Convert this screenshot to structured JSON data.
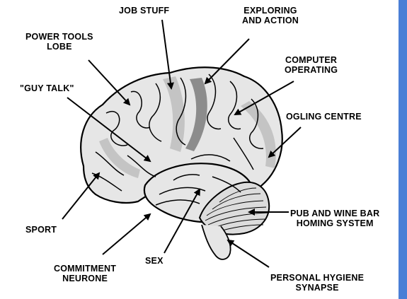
{
  "colors": {
    "outline": "#000000",
    "brain_fill": "#e6e6e6",
    "highlight_light": "#c4c4c4",
    "highlight_dark": "#8c8c8c",
    "side_bar": "#4a7fd6"
  },
  "labels": {
    "job_stuff": {
      "lines": [
        "JOB STUFF"
      ]
    },
    "exploring": {
      "lines": [
        "EXPLORING",
        "AND ACTION"
      ]
    },
    "power_tools": {
      "lines": [
        "POWER TOOLS",
        "LOBE"
      ]
    },
    "computer": {
      "lines": [
        "COMPUTER",
        "OPERATING"
      ]
    },
    "guy_talk": {
      "lines": [
        "\"GUY TALK\""
      ]
    },
    "ogling": {
      "lines": [
        "OGLING CENTRE"
      ]
    },
    "pub": {
      "lines": [
        "PUB AND WINE BAR",
        "HOMING SYSTEM"
      ]
    },
    "sport": {
      "lines": [
        "SPORT"
      ]
    },
    "sex": {
      "lines": [
        "SEX"
      ]
    },
    "commitment": {
      "lines": [
        "COMMITMENT",
        "NEURONE"
      ]
    },
    "hygiene": {
      "lines": [
        "PERSONAL HYGIENE",
        "SYNAPSE"
      ]
    }
  }
}
